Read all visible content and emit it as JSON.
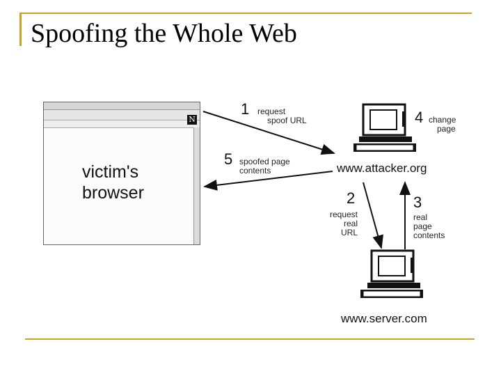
{
  "slide": {
    "title": "Spoofing the Whole Web"
  },
  "browser": {
    "label_line1": "victim's",
    "label_line2": "browser",
    "logo": "N"
  },
  "hosts": {
    "attacker": "www.attacker.org",
    "server": "www.server.com"
  },
  "steps": [
    {
      "num": "1",
      "text_line1": "request",
      "text_line2": "spoof URL"
    },
    {
      "num": "2",
      "text_line1": "request",
      "text_line2": "real",
      "text_line3": "URL"
    },
    {
      "num": "3",
      "text_line1": "real",
      "text_line2": "page",
      "text_line3": "contents"
    },
    {
      "num": "4",
      "text_line1": "change",
      "text_line2": "page"
    },
    {
      "num": "5",
      "text_line1": "spoofed page",
      "text_line2": "contents"
    }
  ],
  "colors": {
    "accent": "#c9a227"
  }
}
